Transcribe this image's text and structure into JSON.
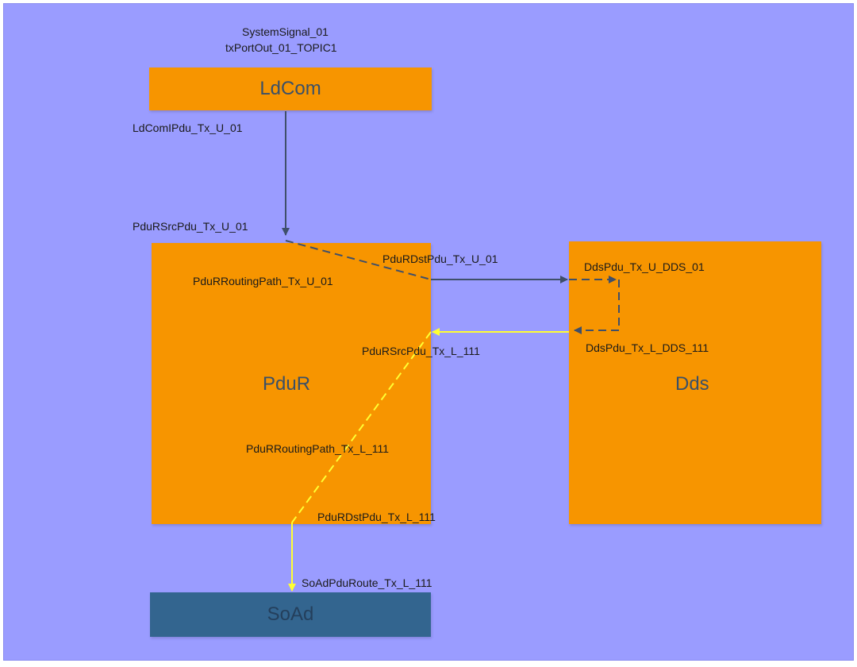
{
  "blocks": {
    "ldcom": "LdCom",
    "pdur": "PduR",
    "dds": "Dds",
    "soad": "SoAd"
  },
  "labels": {
    "system_signal": "SystemSignal_01",
    "tx_port": "txPortOut_01_TOPIC1",
    "ldcom_ipdu": "LdComIPdu_Tx_U_01",
    "pdur_src_u": "PduRSrcPdu_Tx_U_01",
    "pdur_dst_u": "PduRDstPdu_Tx_U_01",
    "pdur_path_u": "PduRRoutingPath_Tx_U_01",
    "dds_pdu_u": "DdsPdu_Tx_U_DDS_01",
    "pdur_src_l": "PduRSrcPdu_Tx_L_111",
    "dds_pdu_l": "DdsPdu_Tx_L_DDS_111",
    "pdur_path_l": "PduRRoutingPath_Tx_L_111",
    "pdur_dst_l": "PduRDstPdu_Tx_L_111",
    "soad_route": "SoAdPduRoute_Tx_L_111"
  },
  "colors": {
    "background": "#9a9cff",
    "module": "#f79500",
    "soad": "#33658f",
    "upstream_wire": "#3f4f6a",
    "downstream_wire": "#ffff33"
  }
}
